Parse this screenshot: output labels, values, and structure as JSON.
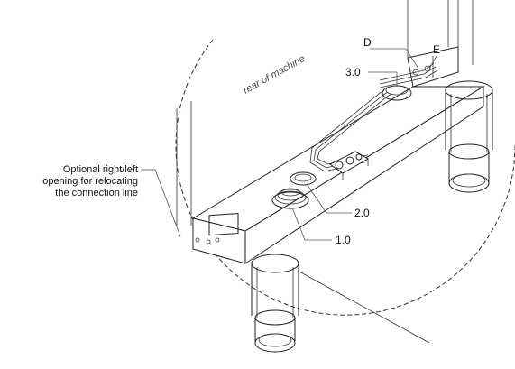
{
  "labels": {
    "rear": "rear of machine",
    "d": "D",
    "e": "E",
    "p30": "3.0",
    "p20": "2.0",
    "p10": "1.0",
    "opening_line1": "Optional right/left",
    "opening_line2": "opening for relocating",
    "opening_line3": "the connection line"
  },
  "colors": {
    "line": "#222222",
    "background": "#ffffff"
  }
}
